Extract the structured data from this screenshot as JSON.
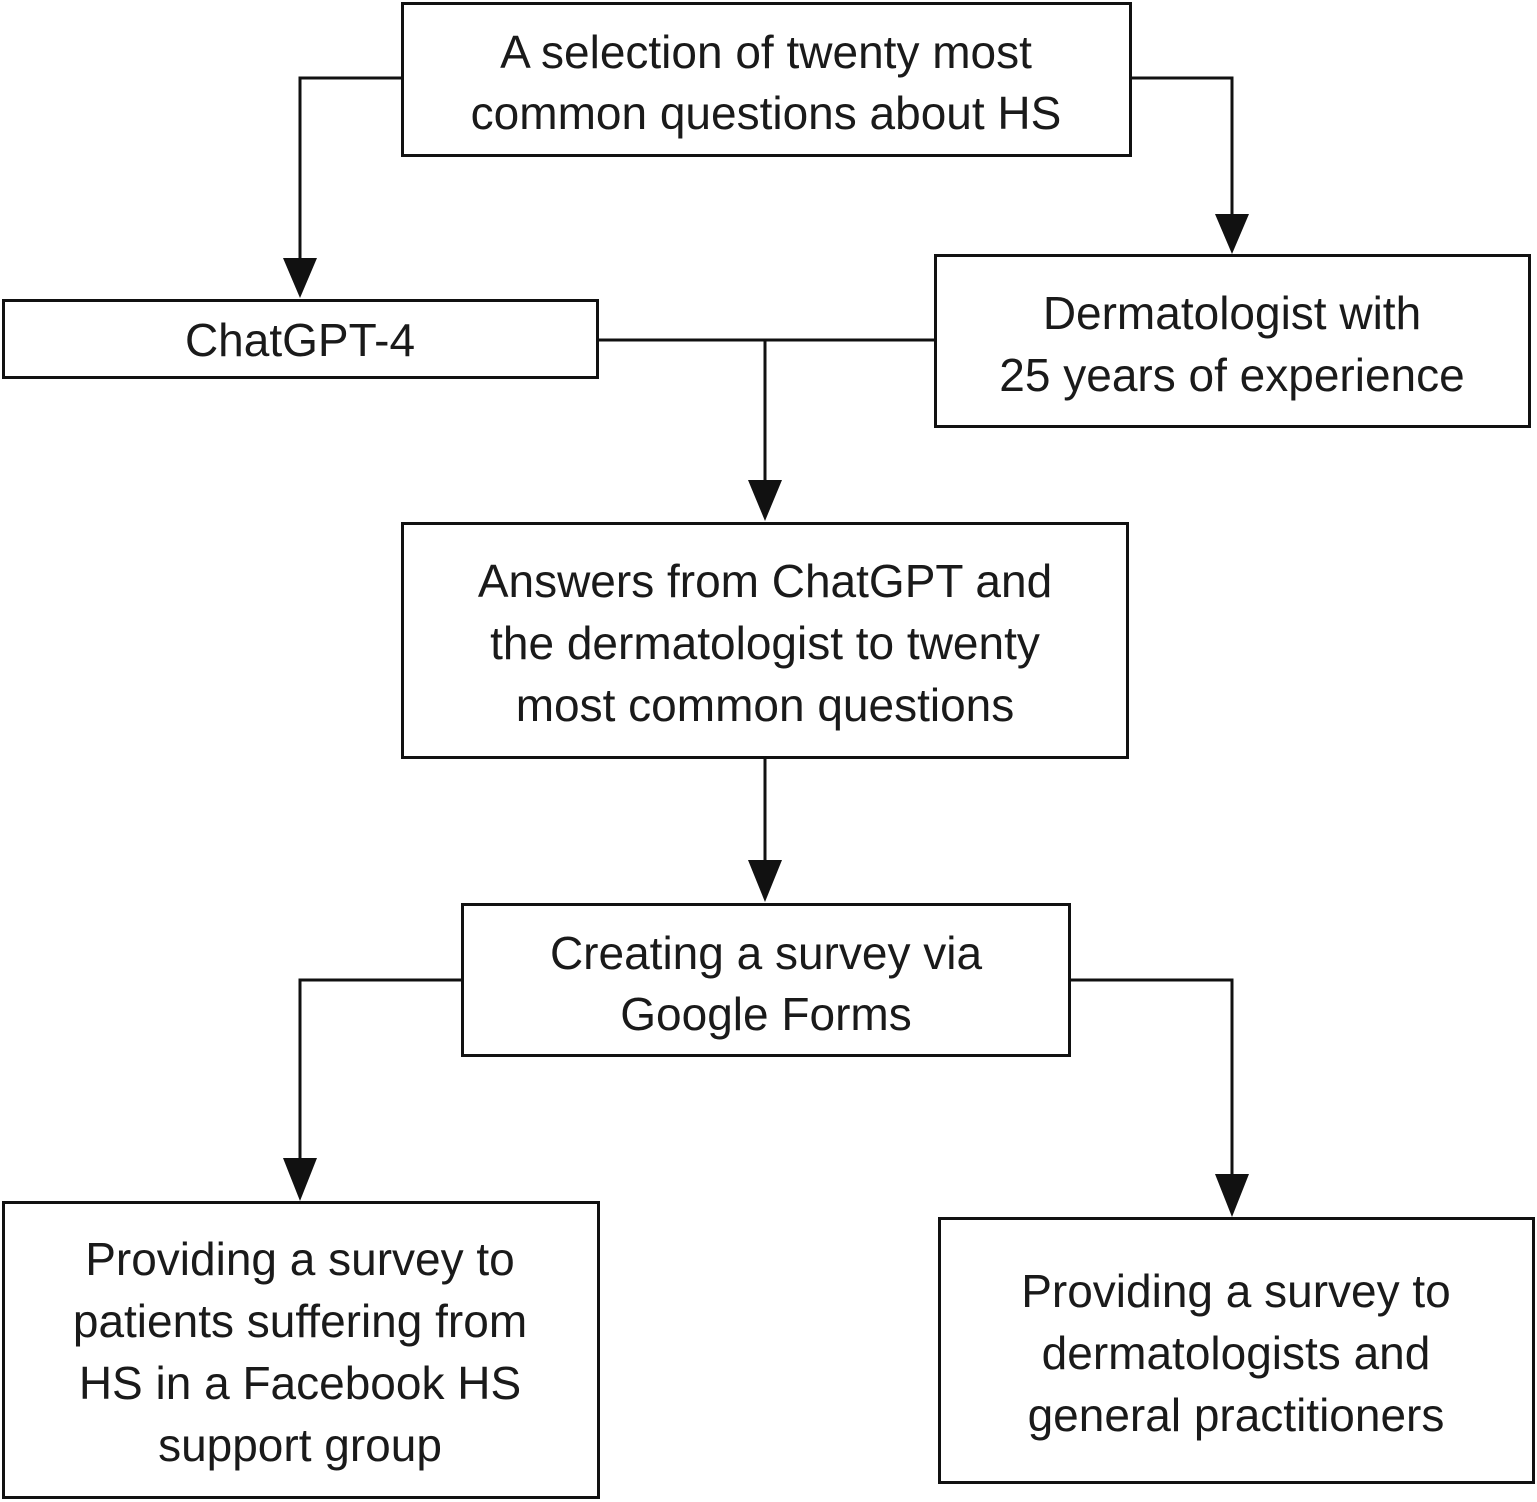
{
  "colors": {
    "stroke": "#111111",
    "text": "#1a1a1a",
    "background": "#ffffff"
  },
  "nodes": [
    {
      "lines": [
        "A selection of twenty most",
        "common questions about HS"
      ]
    },
    {
      "lines": [
        "ChatGPT-4"
      ]
    },
    {
      "lines": [
        "Dermatologist with",
        "25 years of experience"
      ]
    },
    {
      "lines": [
        "Answers from ChatGPT and",
        "the dermatologist to twenty",
        "most common questions"
      ]
    },
    {
      "lines": [
        "Creating a survey via",
        "Google Forms"
      ]
    },
    {
      "lines": [
        "Providing a survey to",
        "patients suffering from",
        "HS in a Facebook HS",
        "support group"
      ]
    },
    {
      "lines": [
        "Providing a survey to",
        "dermatologists and",
        "general practitioners"
      ]
    }
  ],
  "edges": [
    {
      "from": 0,
      "to": 1
    },
    {
      "from": 0,
      "to": 2
    },
    {
      "from": 1,
      "to": 3
    },
    {
      "from": 2,
      "to": 3
    },
    {
      "from": 3,
      "to": 4
    },
    {
      "from": 4,
      "to": 5
    },
    {
      "from": 4,
      "to": 6
    }
  ]
}
